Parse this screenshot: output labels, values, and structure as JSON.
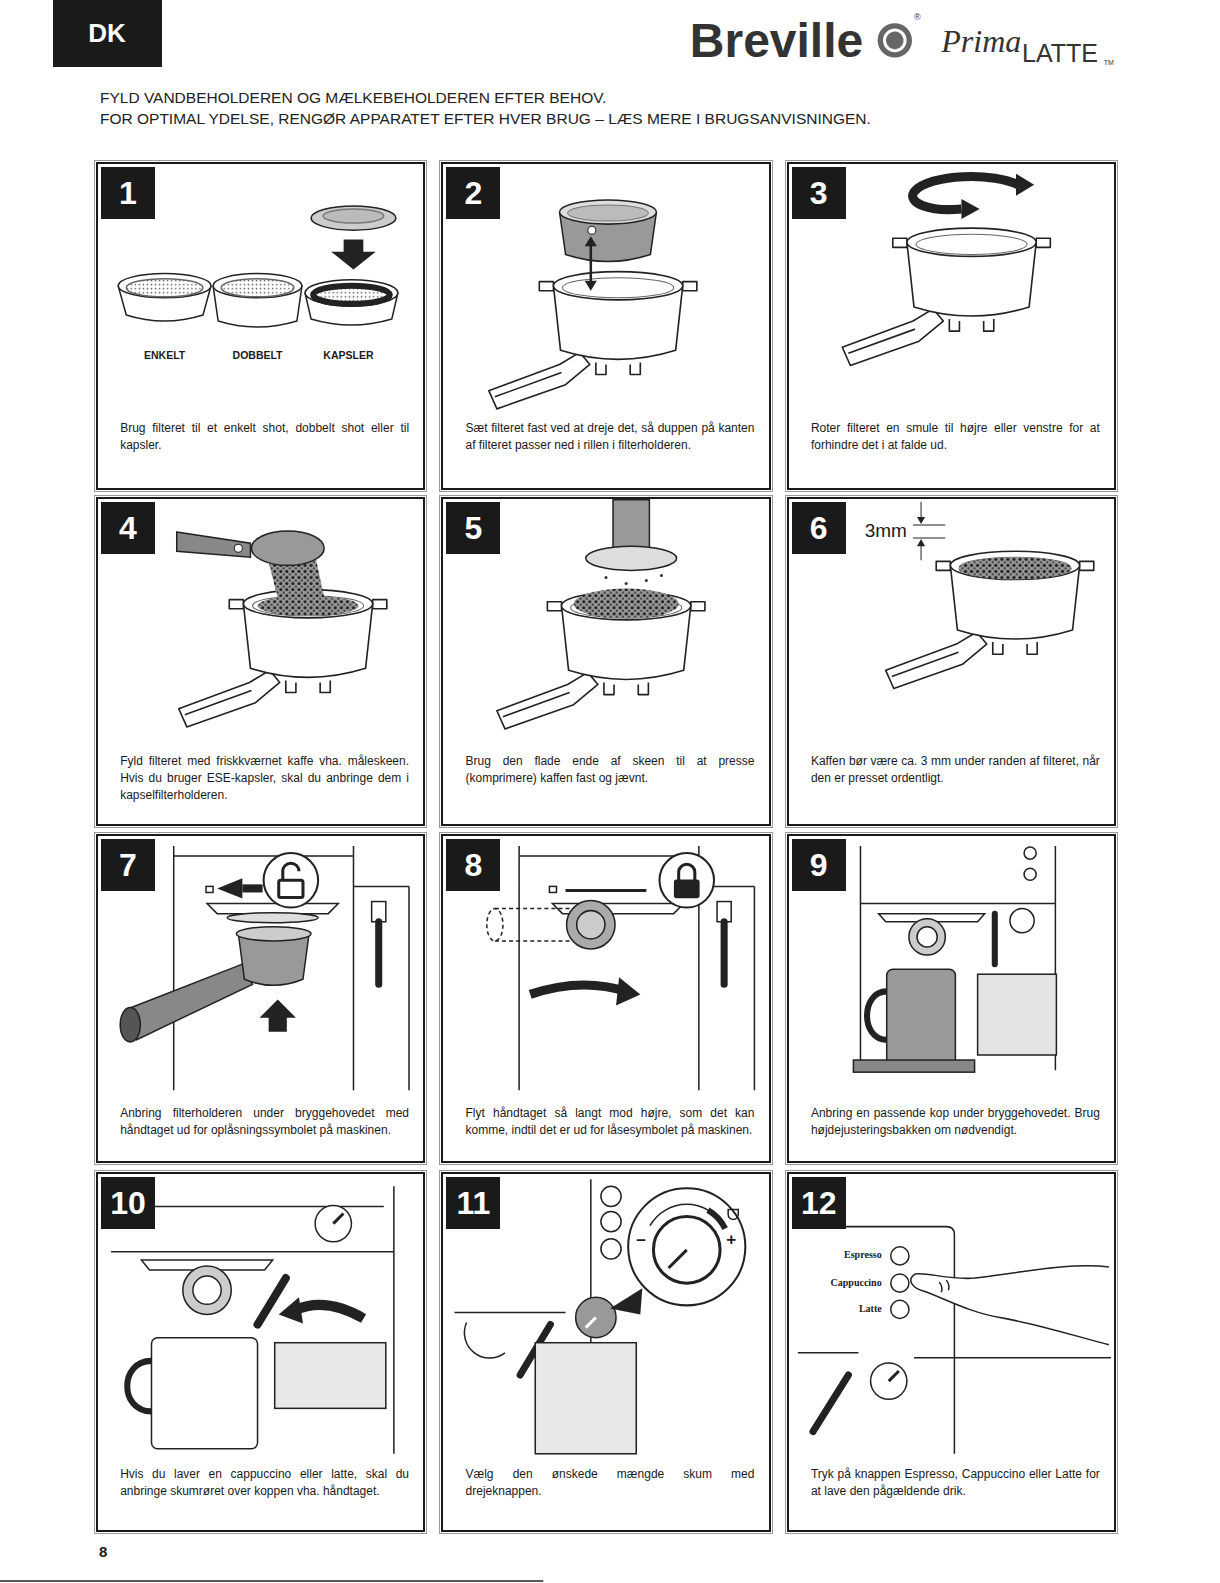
{
  "diagram": {
    "nodes": [
      {
        "text": [
          "DK"
        ]
      },
      {
        "text": [
          "1",
          "Brug filteret til et enkelt shot, dobbelt shot eller til kapsler."
        ]
      },
      {
        "text": [
          "2",
          "Sæt filteret fast ved at dreje det, så duppen på kanten af filteret passer ned i rillen i filterholderen."
        ]
      },
      {
        "text": [
          "3",
          "Roter filteret en smule til højre eller venstre for at forhindre det i at falde ud."
        ]
      },
      {
        "text": [
          "4",
          "Fyld filteret med friskkværnet kaffe vha. måleskeen. Hvis du bruger ESE-kapsler, skal du anbringe dem i kapselfilterholderen."
        ]
      },
      {
        "text": [
          "5",
          "Brug den flade ende af skeen til at presse (komprimere) kaffen fast og jævnt."
        ]
      },
      {
        "text": [
          "6",
          "Kaffen bør være ca. 3 mm under randen af filteret, når den er presset ordentligt."
        ]
      },
      {
        "text": [
          "7",
          "Anbring filterholderen under bryggehovedet med håndtaget ud for oplåsningssymbolet på maskinen."
        ]
      },
      {
        "text": [
          "8",
          "Flyt håndtaget så langt mod højre, som det kan komme, indtil det er ud for låsesymbolet på maskinen."
        ]
      },
      {
        "text": [
          "9",
          "Anbring en passende kop under bryggehovedet. Brug højdejusteringsbakken om nødvendigt."
        ]
      },
      {
        "text": [
          "10",
          "Hvis du laver en cappuccino eller latte, skal du anbringe skumrøret over koppen vha. håndtaget."
        ]
      },
      {
        "text": [
          "11",
          "Vælg den ønskede mængde skum med drejeknappen."
        ]
      },
      {
        "text": [
          "12",
          "Tryk på knappen Espresso, Cappuccino eller Latte for at lave den pågældende drik."
        ]
      }
    ],
    "labels": [
      "Breville",
      "®",
      "Prima",
      "LATTE",
      "TM",
      "FYLD VANDBEHOLDEREN OG MÆLKEBEHOLDEREN EFTER BEHOV.",
      "FOR OPTIMAL YDELSE, RENGØR APPARATET EFTER HVER BRUG – LÆS MERE I BRUGSANVISNINGEN.",
      "ENKELT",
      "DOBBELT",
      "KAPSLER",
      "3mm",
      "–",
      "+",
      "Espresso",
      "Cappuccino",
      "Latte",
      "8"
    ]
  }
}
